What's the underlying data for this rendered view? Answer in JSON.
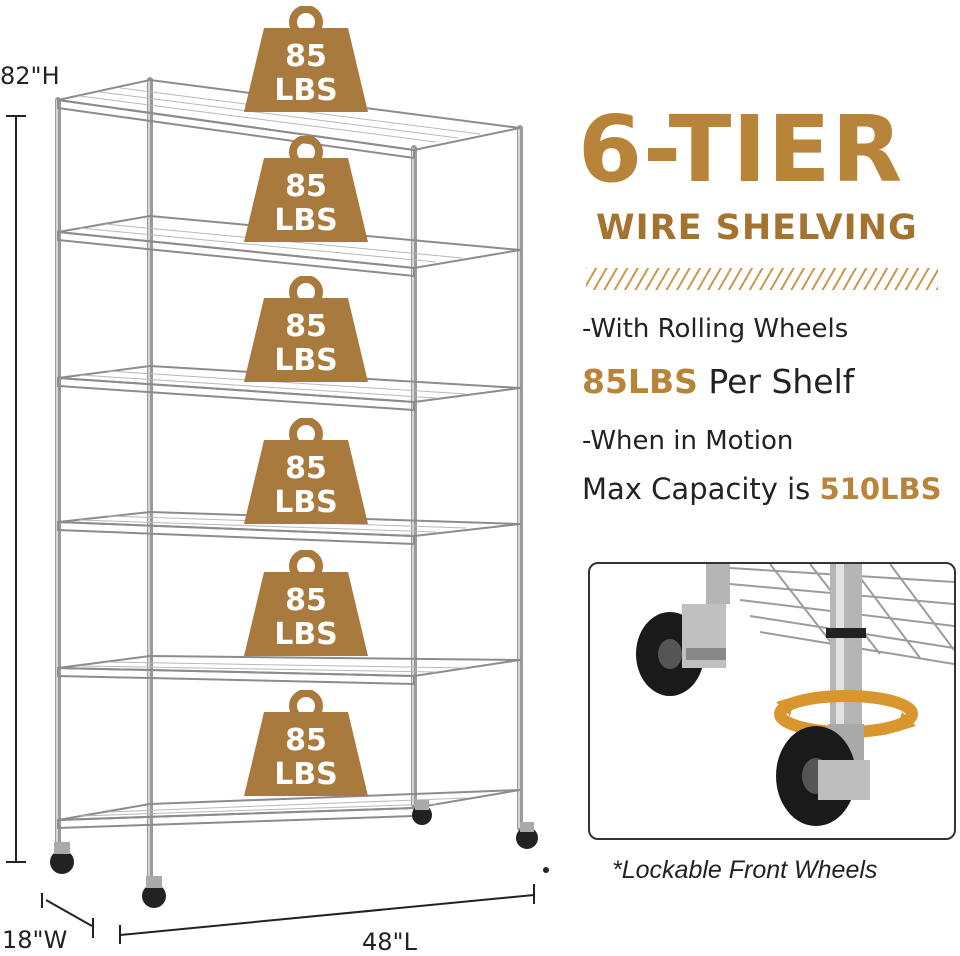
{
  "dimensions": {
    "height": "82\"H",
    "width": "18\"W",
    "length": "48\"L"
  },
  "weights": [
    {
      "num": "85",
      "unit": "LBS"
    },
    {
      "num": "85",
      "unit": "LBS"
    },
    {
      "num": "85",
      "unit": "LBS"
    },
    {
      "num": "85",
      "unit": "LBS"
    },
    {
      "num": "85",
      "unit": "LBS"
    },
    {
      "num": "85",
      "unit": "LBS"
    }
  ],
  "heading": {
    "title": "6-TIER",
    "subtitle": "WIRE SHELVING"
  },
  "features": {
    "line1": "-With Rolling Wheels",
    "line2_highlight": "85LBS",
    "line2_rest": " Per Shelf",
    "line3": "-When in Motion",
    "line4_rest": "Max Capacity is ",
    "line4_highlight": "510LBS"
  },
  "inset": {
    "caption": "*Lockable Front Wheels"
  },
  "colors": {
    "brand": "#b8843a",
    "weight_fill": "#a87a3e",
    "chrome": "#9a9a9a"
  }
}
